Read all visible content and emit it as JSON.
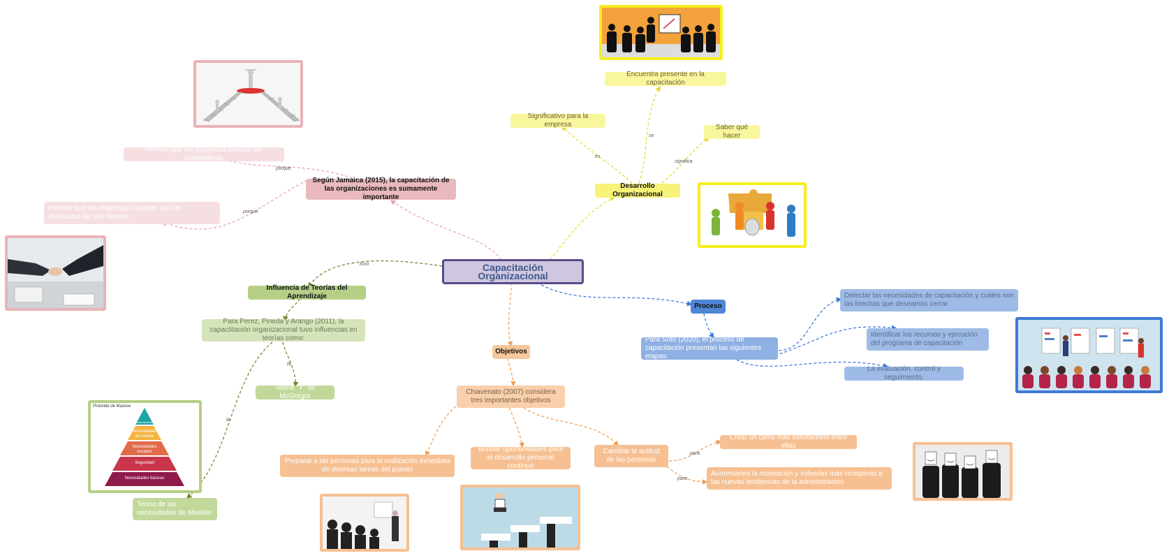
{
  "central": "Capacitación Organizacional",
  "red": {
    "main": "Según Jamaica (2015), la capacitación de las organizaciones es sumamente importante",
    "child1": "Permite que las empresas puedan ser competitivas",
    "child2": "Permite que las empresas cumplan con las demandas de sus clientes",
    "link1": "porque",
    "link2": "porque"
  },
  "yellow": {
    "main": "Desarrollo Organizacional",
    "child1": "Significativo para la empresa",
    "child2": "Encuentra presente en la capacitación",
    "child3": "Saber qué hacer",
    "link1": "es",
    "link2": "se",
    "link3": "significa"
  },
  "green": {
    "link_main": "tuvo",
    "main": "Influencia de Teorías del Aprendizaje",
    "sub": "Para Perez, Pineda y Arango (2011), la capactitación organizacional tuvo influencias en teorías como:",
    "child1": "Teoría \"Y\" de McGregor",
    "child2": "Teoria de las necesidades de Maslow",
    "link1": "la",
    "link2": "la"
  },
  "orange": {
    "main": "Objetivos",
    "sub": "Chiavenato  (2007) considera tres importantes objetivos",
    "child1": "Preparar a las personas para la realización inmediata de diversas tareas del puesto",
    "child2": "Brindar oportunidades para el desarrollo personal contínuo",
    "child3": "Cambiar la actitud de las personas",
    "child3a": "Crear un clima más satisfactorio entre ellas",
    "child3b": "Aumentarles la motivación y volverlas más receptivas a las nuevas tendencias de la administración",
    "link1": "para",
    "link2": "para"
  },
  "blue": {
    "main": "Proceso",
    "sub": "Para Soto (2020), el proceso de capacitación presentan las siguientes etapas:",
    "child1": "Detectar las necesidades de capacitación y cuáles son las brechas que deseamos cerrar",
    "child2": "Identificar los recursos y ejecución del programa de capacitación",
    "child3": "La evaluación, control y seguimiento."
  },
  "maslow": {
    "title": "Pirámide de Maslow",
    "levels": [
      "Autorealización",
      "Necesidades de estima",
      "Necesidades sociales",
      "Seguridad",
      "Necesidades básicas"
    ]
  },
  "colors": {
    "red": "#e9a6ac",
    "yellow": "#f0e94a",
    "green": "#6f8a2f",
    "orange": "#f0a05a",
    "blue": "#3f7ad6",
    "purple": "#5b4a88"
  }
}
